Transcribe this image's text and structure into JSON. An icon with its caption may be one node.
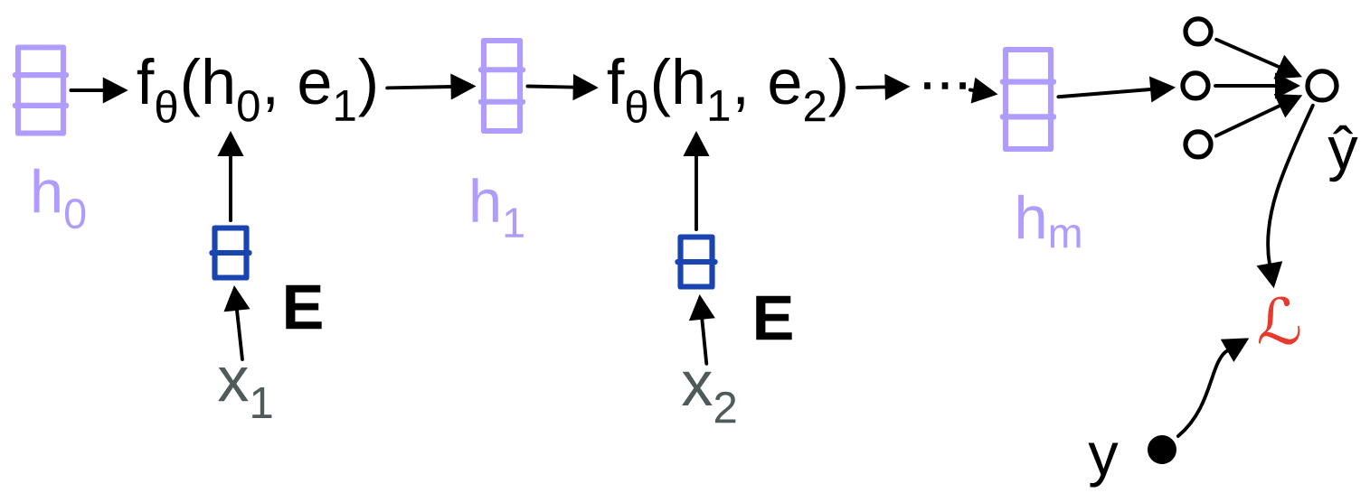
{
  "diagram": {
    "nodes": [
      {
        "text": [],
        "shape": "box",
        "beside": [
          "h$_{0}$"
        ]
      },
      {
        "text": [
          "f$_{θ}$(h$_{0}$, e$_{1}$)"
        ]
      },
      {
        "text": [],
        "shape": "box",
        "beside": [
          "h$_{1}$"
        ]
      },
      {
        "text": [
          "f$_{θ}$(h$_{1}$, e$_{2}$)"
        ]
      },
      {
        "text": [
          "..."
        ]
      },
      {
        "text": [],
        "shape": "box",
        "beside": [
          "h$_{m}$"
        ]
      },
      {
        "text": [],
        "shape": "circle"
      },
      {
        "text": [],
        "shape": "circle"
      },
      {
        "text": [],
        "shape": "circle"
      },
      {
        "text": [],
        "shape": "circle",
        "beside": [
          "ŷ"
        ]
      },
      {
        "text": [
          "ℒ"
        ]
      },
      {
        "text": [],
        "shape": "dot",
        "beside": [
          "y"
        ]
      },
      {
        "text": [],
        "shape": "box"
      },
      {
        "text": [
          "x$_{1}$"
        ]
      },
      {
        "text": [],
        "shape": "box"
      },
      {
        "text": [
          "x$_{2}$"
        ]
      }
    ],
    "edges": [
      {
        "from": 0,
        "to": 1,
        "arrow": "to"
      },
      {
        "from": 1,
        "to": 2,
        "arrow": "to"
      },
      {
        "from": 2,
        "to": 3,
        "arrow": "to"
      },
      {
        "from": 3,
        "to": 4,
        "arrow": "to"
      },
      {
        "from": 4,
        "to": 5,
        "arrow": "to"
      },
      {
        "from": 5,
        "to": 7,
        "arrow": "to"
      },
      {
        "from": 6,
        "to": 9,
        "arrow": "to"
      },
      {
        "from": 7,
        "to": 9,
        "arrow": "to"
      },
      {
        "from": 8,
        "to": 9,
        "arrow": "to"
      },
      {
        "from": 9,
        "to": 10,
        "arrow": "to"
      },
      {
        "from": 11,
        "to": 10,
        "arrow": "to"
      },
      {
        "from": 12,
        "to": 1,
        "arrow": "to"
      },
      {
        "from": 13,
        "to": 12,
        "arrow": "to",
        "label": "E"
      },
      {
        "from": 14,
        "to": 3,
        "arrow": "to"
      },
      {
        "from": 15,
        "to": 14,
        "arrow": "to",
        "label": "E"
      }
    ]
  }
}
